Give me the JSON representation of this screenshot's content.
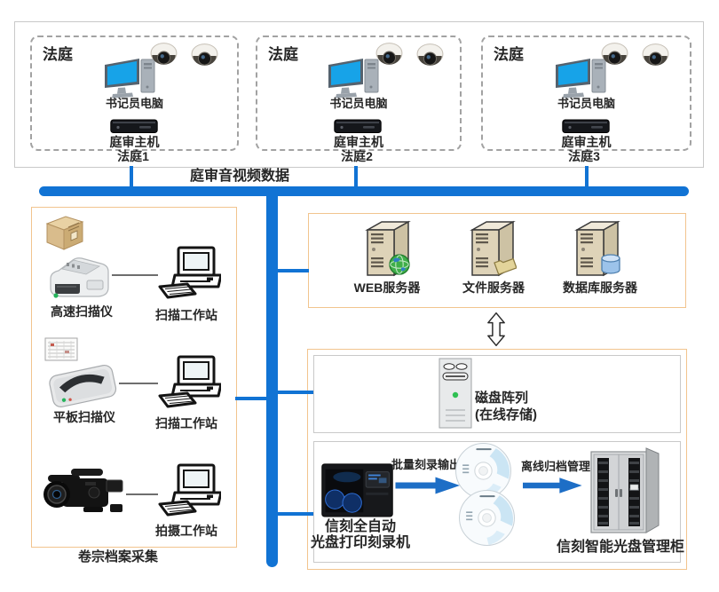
{
  "colors": {
    "bus_blue": "#1173d4",
    "arrow_blue": "#1d6ec6",
    "box_orange": "#f2c48e",
    "box_gray": "#c9c9c9",
    "dashed_gray": "#a2a2a2",
    "text_dark": "#262626"
  },
  "courtrooms": {
    "rooms": [
      {
        "title": "法庭",
        "clerk_pc": "书记员电脑",
        "host": "庭审主机",
        "name": "法庭1"
      },
      {
        "title": "法庭",
        "clerk_pc": "书记员电脑",
        "host": "庭审主机",
        "name": "法庭2"
      },
      {
        "title": "法庭",
        "clerk_pc": "书记员电脑",
        "host": "庭审主机",
        "name": "法庭3"
      }
    ]
  },
  "bus": {
    "label": "庭审音视频数据"
  },
  "capture": {
    "caption": "卷宗档案采集",
    "rows": [
      {
        "device": "高速扫描仪",
        "workstation": "扫描工作站"
      },
      {
        "device": "平板扫描仪",
        "workstation": "扫描工作站"
      },
      {
        "workstation": "拍摄工作站"
      }
    ]
  },
  "servers": {
    "items": [
      {
        "label": "WEB服务器"
      },
      {
        "label": "文件服务器"
      },
      {
        "label": "数据库服务器"
      }
    ]
  },
  "storage": {
    "line1": "磁盘阵列",
    "line2": "(在线存储)"
  },
  "burning": {
    "burner_line1": "信刻全自动",
    "burner_line2": "光盘打印刻录机",
    "arrow1_label": "批量刻录输出",
    "arrow2_label": "离线归档管理",
    "cabinet_label": "信刻智能光盘管理柜"
  },
  "icons": {
    "dome-camera": "surveillance dome camera",
    "clerk-computer": "desktop computer with tower",
    "court-host": "trial recording host unit",
    "workstation": "computer workstation with keyboard",
    "server-web": "web server tower with globe",
    "server-file": "file server tower with folder",
    "server-db": "database server tower with cylinder",
    "archive-box": "cardboard archive box",
    "highspeed-scanner": "high-speed document scanner",
    "document": "document sheet",
    "flatbed-scanner": "flatbed scanner",
    "camcorder": "professional video camera",
    "disk-array": "disk array tower",
    "double-arrow": "bidirectional vertical arrow",
    "right-arrow": "solid blue right arrow",
    "cd": "optical disc",
    "disc-burner": "automatic disc printing burner",
    "disc-cabinet": "smart disc management cabinet"
  }
}
